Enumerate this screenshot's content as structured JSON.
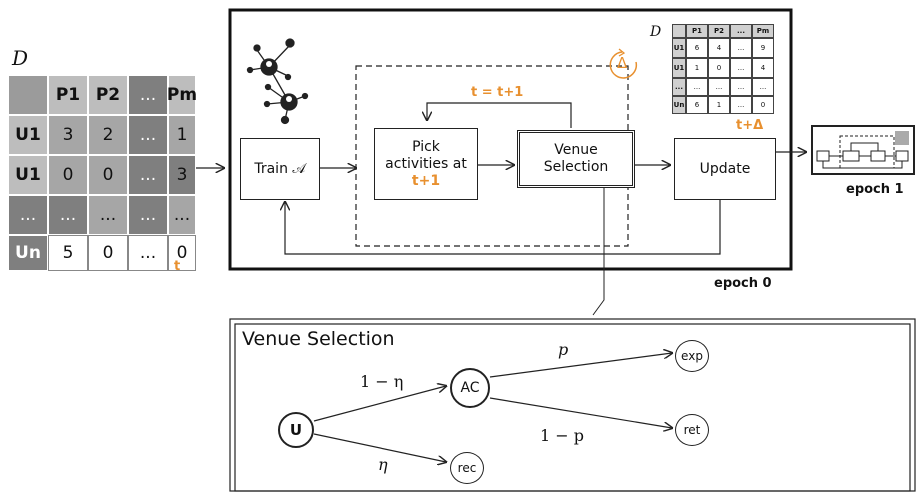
{
  "matrix_left": {
    "label": "D",
    "col_headers": [
      "P1",
      "P2",
      "...",
      "Pm"
    ],
    "rows": [
      {
        "header": "U1",
        "values": [
          "3",
          "2",
          "...",
          "1"
        ]
      },
      {
        "header": "U1",
        "values": [
          "0",
          "0",
          "...",
          "3"
        ]
      },
      {
        "header": "...",
        "values": [
          "...",
          "...",
          "...",
          "..."
        ]
      },
      {
        "header": "Un",
        "values": [
          "5",
          "0",
          "...",
          "0"
        ]
      }
    ],
    "time_label": "t"
  },
  "matrix_right": {
    "label": "D",
    "col_headers": [
      "P1",
      "P2",
      "...",
      "Pm"
    ],
    "rows": [
      {
        "header": "U1",
        "values": [
          "6",
          "4",
          "...",
          "9"
        ]
      },
      {
        "header": "U1",
        "values": [
          "1",
          "0",
          "...",
          "4"
        ]
      },
      {
        "header": "...",
        "values": [
          "...",
          "...",
          "...",
          "..."
        ]
      },
      {
        "header": "Un",
        "values": [
          "6",
          "1",
          "...",
          "0"
        ]
      }
    ],
    "time_label": "t+Δ"
  },
  "nodes": {
    "train": "Train 𝒜",
    "pick_line1": "Pick",
    "pick_line2": "activities at",
    "pick_time": "t+1",
    "venue_line1": "Venue",
    "venue_line2": "Selection",
    "update": "Update",
    "loop_label": "t = t+1",
    "delta_symbol": "Δ",
    "epoch0": "epoch 0",
    "epoch1": "epoch 1"
  },
  "venue_panel": {
    "title": "Venue Selection",
    "u": "U",
    "ac": "AC",
    "exp": "exp",
    "ret": "ret",
    "rec": "rec",
    "one_minus_eta": "1 − η",
    "eta": "η",
    "p": "p",
    "one_minus_p": "1 − p"
  },
  "colors": {
    "accent": "#e8902f",
    "line": "#222222"
  }
}
